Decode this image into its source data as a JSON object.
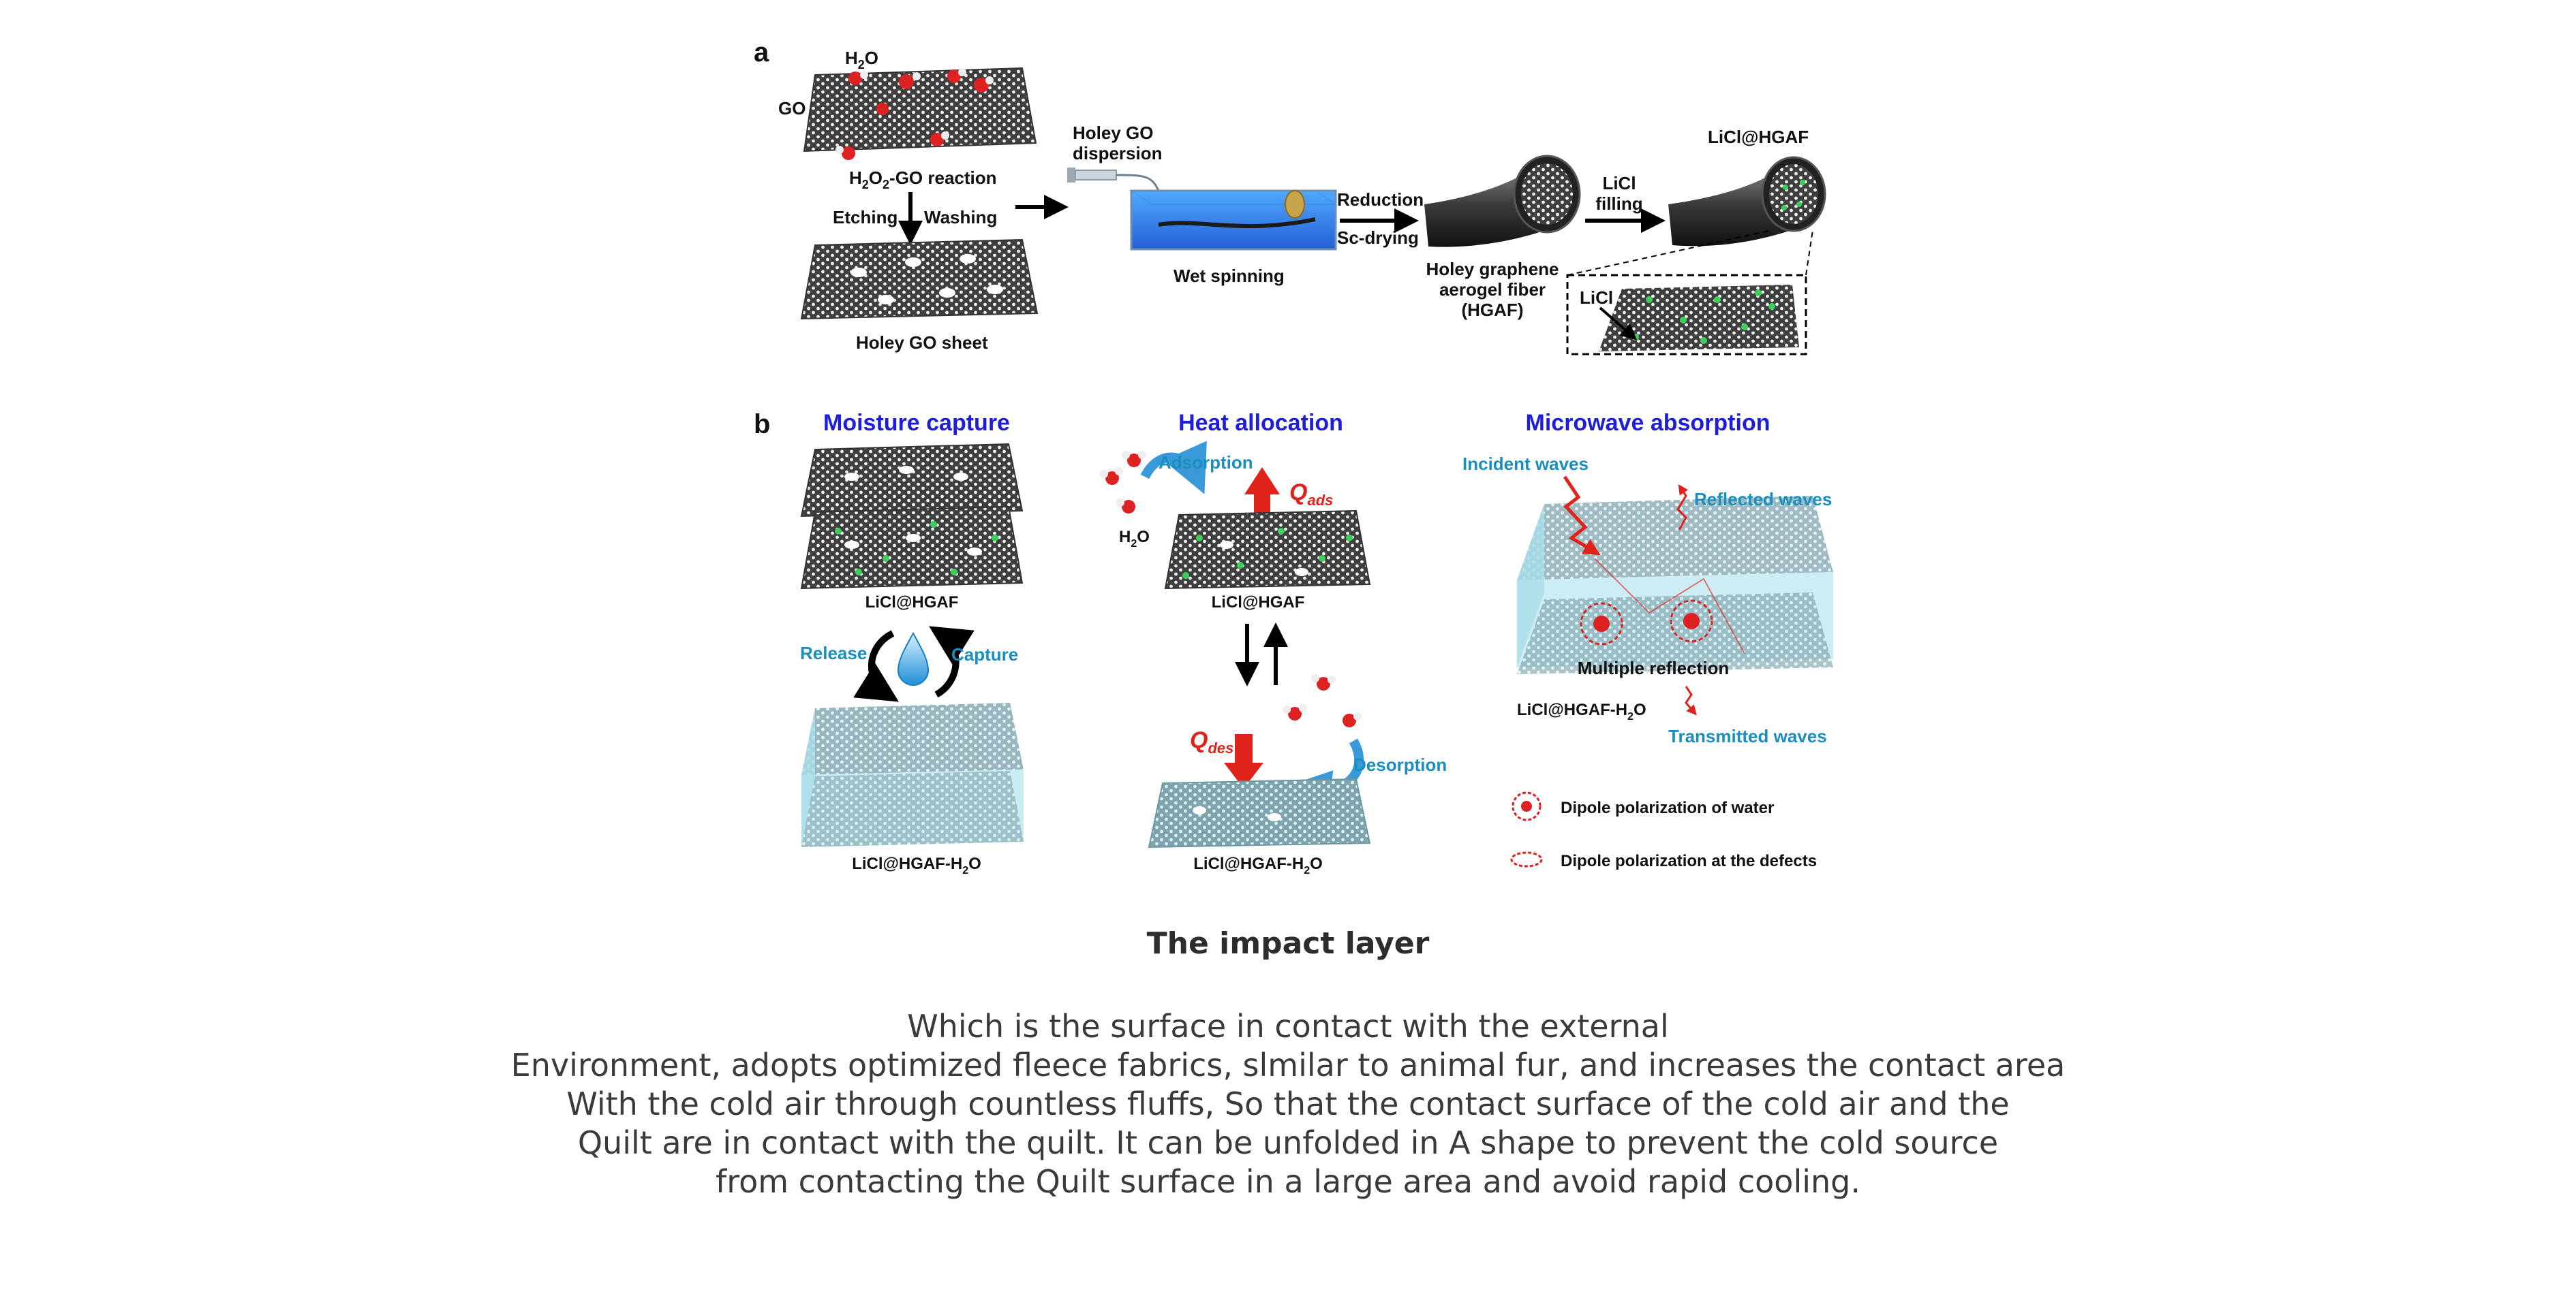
{
  "panel_a": {
    "label": "a",
    "h2o": "H",
    "h2o_sub": "2",
    "h2o_tail": "O",
    "go": "GO",
    "reaction_pre": "H",
    "reaction_sub1": "2",
    "reaction_mid": "O",
    "reaction_sub2": "2",
    "reaction_tail": "-GO reaction",
    "etching": "Etching",
    "washing": "Washing",
    "holey_go_sheet": "Holey GO sheet",
    "dispersion_line1": "Holey GO",
    "dispersion_line2": "dispersion",
    "wet_spinning": "Wet spinning",
    "reduction": "Reduction",
    "sc_drying": "Sc-drying",
    "hgaf_line1": "Holey graphene",
    "hgaf_line2": "aerogel fiber",
    "hgaf_line3": "(HGAF)",
    "licl_filling_1": "LiCl",
    "licl_filling_2": "filling",
    "licl_hgaf": "LiCl@HGAF",
    "licl": "LiCl"
  },
  "panel_b": {
    "label": "b",
    "moisture_title": "Moisture capture",
    "heat_title": "Heat allocation",
    "microwave_title": "Microwave absorption",
    "licl_hgaf_1": "LiCl@HGAF",
    "release": "Release",
    "capture": "Capture",
    "licl_hgaf_h2o_1_pre": "LiCl@HGAF-H",
    "licl_hgaf_h2o_1_sub": "2",
    "licl_hgaf_h2o_1_tail": "O",
    "adsorption": "Adsorption",
    "q": "Q",
    "q_ads": "ads",
    "h2o_pre": "H",
    "h2o_sub": "2",
    "h2o_tail": "O",
    "licl_hgaf_2": "LiCl@HGAF",
    "q_des": "des",
    "desorption": "Desorption",
    "licl_hgaf_h2o_2_pre": "LiCl@HGAF-H",
    "licl_hgaf_h2o_2_sub": "2",
    "licl_hgaf_h2o_2_tail": "O",
    "incident": "Incident waves",
    "reflected": "Reflected waves",
    "multiple": "Multiple reflection",
    "licl_hgaf_h2o_3_pre": "LiCl@HGAF-H",
    "licl_hgaf_h2o_3_sub": "2",
    "licl_hgaf_h2o_3_tail": "O",
    "transmitted": "Transmitted waves",
    "legend_water": "Dipole polarization of water",
    "legend_defects": "Dipole polarization at the defects"
  },
  "caption": {
    "title": "The impact layer",
    "lines": [
      "Which is the surface in contact with the external",
      "Environment, adopts optimized fleece fabrics, slmilar to animal fur, and increases the contact area",
      "With the cold air through countless fluffs, So that the contact surface of the cold air and the",
      "Quilt are in contact with the quilt. It can be unfolded in A shape to prevent the cold source",
      "from contacting the Quilt surface in a large area and avoid rapid cooling."
    ]
  },
  "colors": {
    "heading_blue": "#1d1ddb",
    "label_cyan": "#1a8fbf",
    "accent_red": "#e0231a",
    "sheet_gray": "#5a5a5a",
    "water_cyan": "#bfe8f0"
  }
}
